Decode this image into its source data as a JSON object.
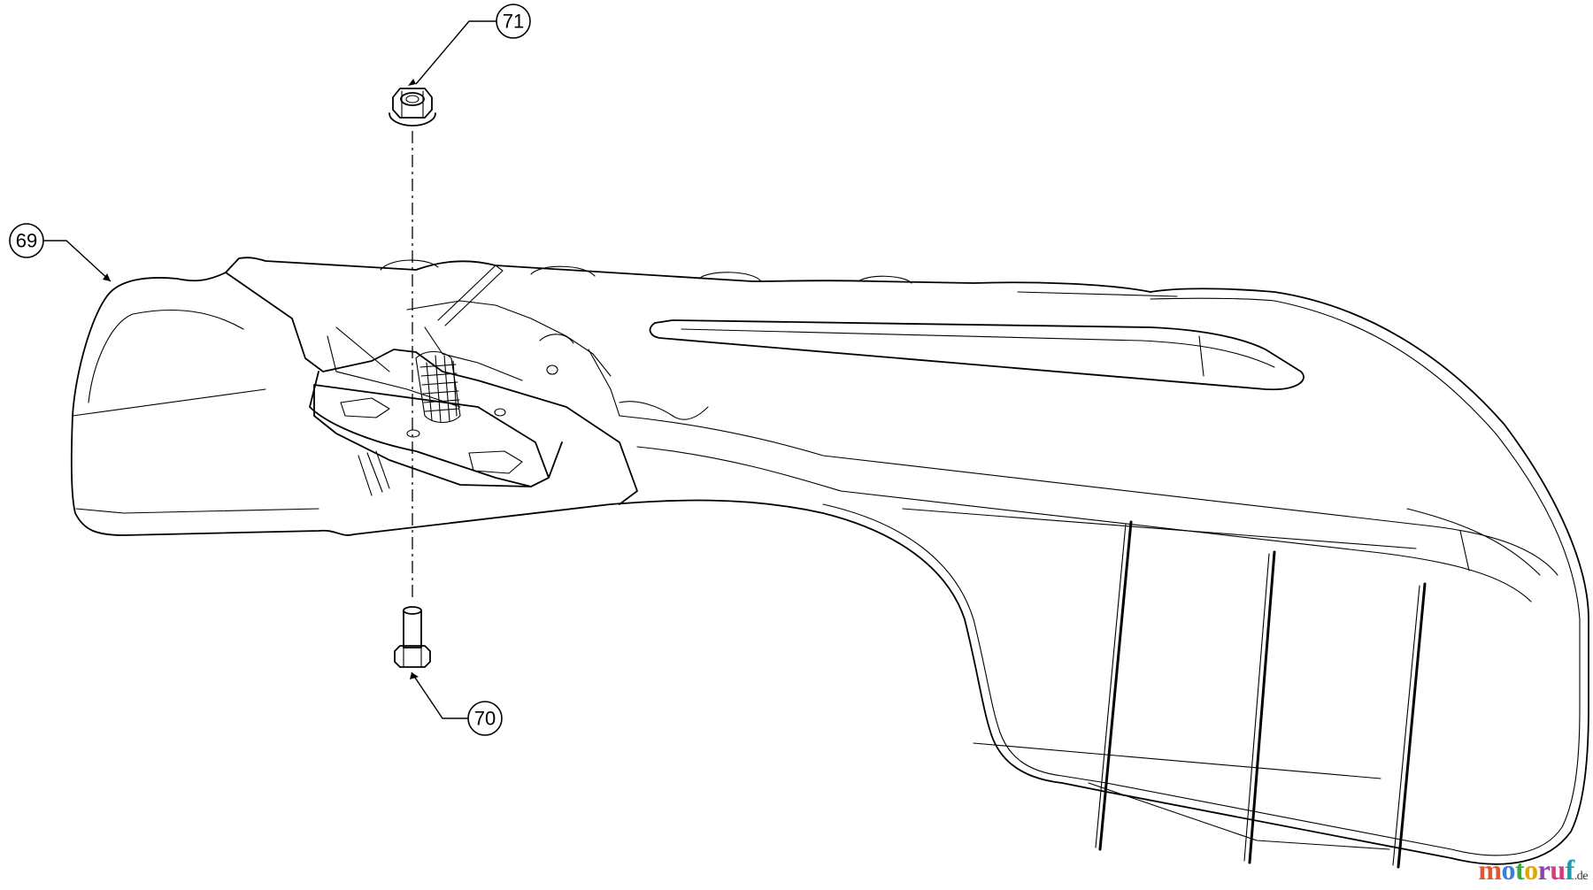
{
  "callouts": {
    "c69": "69",
    "c70": "70",
    "c71": "71"
  },
  "parts": [
    {
      "id": "69",
      "icon": "chute-deflector-assembly"
    },
    {
      "id": "70",
      "icon": "flange-bolt"
    },
    {
      "id": "71",
      "icon": "flange-lock-nut"
    }
  ],
  "watermark": {
    "letters": [
      "m",
      "o",
      "t",
      "o",
      "r",
      "u",
      "f"
    ],
    "colors": [
      "#e4572e",
      "#3b7dd8",
      "#3aa83a",
      "#e0a800",
      "#8e44ad",
      "#d63a7a",
      "#1f9bb0"
    ],
    "suffix": ".de"
  }
}
